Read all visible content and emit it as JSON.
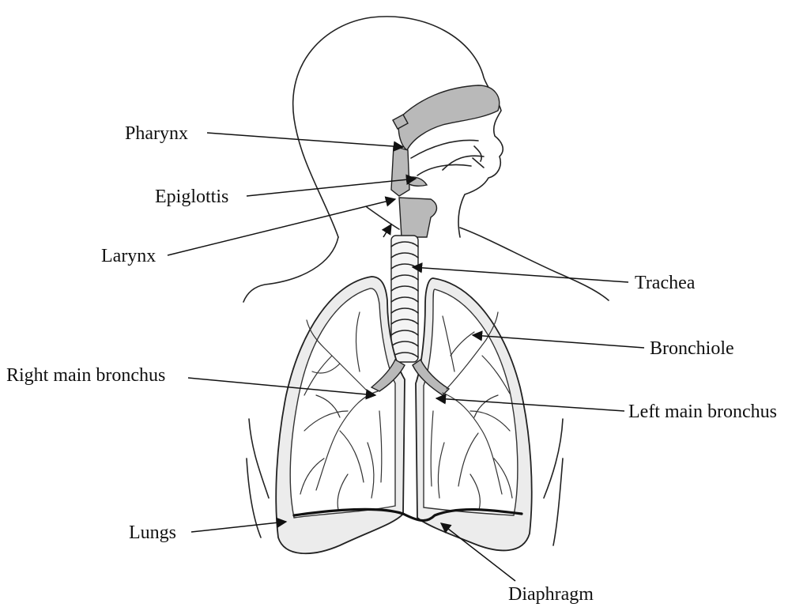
{
  "diagram": {
    "labels": {
      "pharynx": "Pharynx",
      "epiglottis": "Epiglottis",
      "larynx": "Larynx",
      "trachea": "Trachea",
      "bronchiole": "Bronchiole",
      "right_main_bronchus": "Right main bronchus",
      "left_main_bronchus": "Left main bronchus",
      "lungs": "Lungs",
      "diaphragm": "Diaphragm"
    },
    "colors": {
      "line": "#222222",
      "shading": "#b9b9b9",
      "lung_fill": "#ececec",
      "background": "#ffffff"
    }
  }
}
